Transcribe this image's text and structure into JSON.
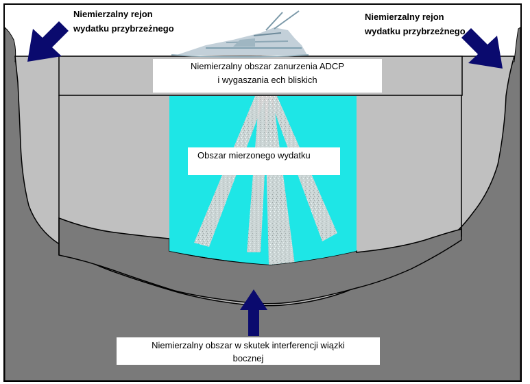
{
  "labels": {
    "unmeasured_nearshore_left": "Niemierzalny rejon wydatku przybrzeżnego",
    "unmeasured_nearshore_right": "Niemierzalny rejon wydatku przybrzeżnego",
    "unmeasured_top_line1": "Niemierzalny obszar zanurzenia ADCP",
    "unmeasured_top_line2": "i wygaszania ech bliskich",
    "measured_area": "Obszar mierzonego wydatku",
    "unmeasured_bottom_line1": "Niemierzalny obszar w skutek  interferencji wiązki",
    "unmeasured_bottom_line2": "bocznej"
  },
  "colors": {
    "riverbed": "#7a7a7a",
    "unmeasured_region": "#c0c0c0",
    "measured_region": "#1ee6e6",
    "arrow": "#0a0a6e",
    "beam": "#c8c8c8",
    "boat": "#b8c8d2"
  },
  "icons": {
    "boat": "boat-icon",
    "arrow": "arrow-icon"
  }
}
